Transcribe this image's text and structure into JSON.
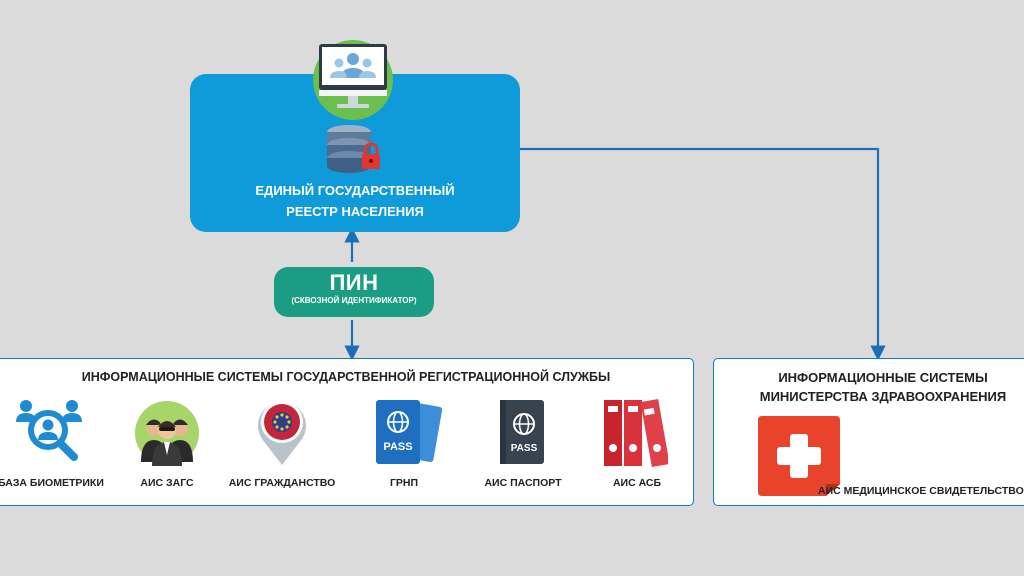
{
  "registry": {
    "title_line1": "ЕДИНЫЙ ГОСУДАРСТВЕННЫЙ",
    "title_line2": "РЕЕСТР НАСЕЛЕНИЯ"
  },
  "pin": {
    "label": "ПИН",
    "sublabel": "(СКВОЗНОЙ ИДЕНТИФИКАТОР)"
  },
  "gov_panel": {
    "title": "ИНФОРМАЦИОННЫЕ СИСТЕМЫ ГОСУДАРСТВЕННОЙ РЕГИСТРАЦИОННОЙ СЛУЖБЫ",
    "systems": [
      {
        "label": "БАЗА БИОМЕТРИКИ",
        "icon": "biometrics-search-icon"
      },
      {
        "label": "АИС ЗАГС",
        "icon": "family-people-icon"
      },
      {
        "label": "АИС ГРАЖДАНСТВО",
        "icon": "citizenship-pin-icon"
      },
      {
        "label": "ГРНП",
        "icon": "passports-icon",
        "icon_text": "PASS"
      },
      {
        "label": "АИС ПАСПОРТ",
        "icon": "passport-icon",
        "icon_text": "PASS"
      },
      {
        "label": "АИС АСБ",
        "icon": "binders-icon"
      }
    ]
  },
  "health_panel": {
    "title_line1": "ИНФОРМАЦИОННЫЕ СИСТЕМЫ",
    "title_line2": "МИНИСТЕРСТВА ЗДРАВООХРАНЕНИЯ",
    "systems": [
      {
        "label": "АИС МЕДИЦИНСКОЕ СВИДЕТЕЛЬСТВО",
        "icon": "medical-cross-icon"
      }
    ]
  },
  "colors": {
    "background": "#dcdbdc",
    "registry_blue": "#0f9ad9",
    "pin_teal": "#1b9d84",
    "connector_blue": "#1a6fb8",
    "monitor_green": "#6bbf4e",
    "medical_red": "#e8432b"
  }
}
